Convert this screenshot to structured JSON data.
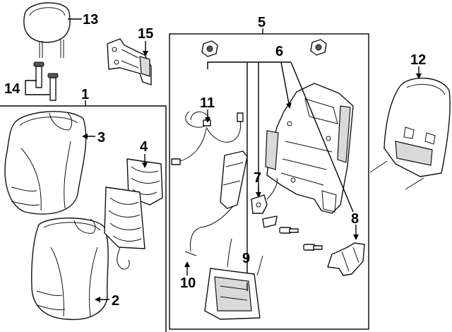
{
  "callouts": {
    "c1": "1",
    "c2": "2",
    "c3": "3",
    "c4": "4",
    "c5": "5",
    "c6": "6",
    "c7": "7",
    "c8": "8",
    "c9": "9",
    "c10": "10",
    "c11": "11",
    "c12": "12",
    "c13": "13",
    "c14": "14",
    "c15": "15"
  },
  "colors": {
    "line": "#111111",
    "background": "#ffffff",
    "shade": "#d9d9d9"
  }
}
